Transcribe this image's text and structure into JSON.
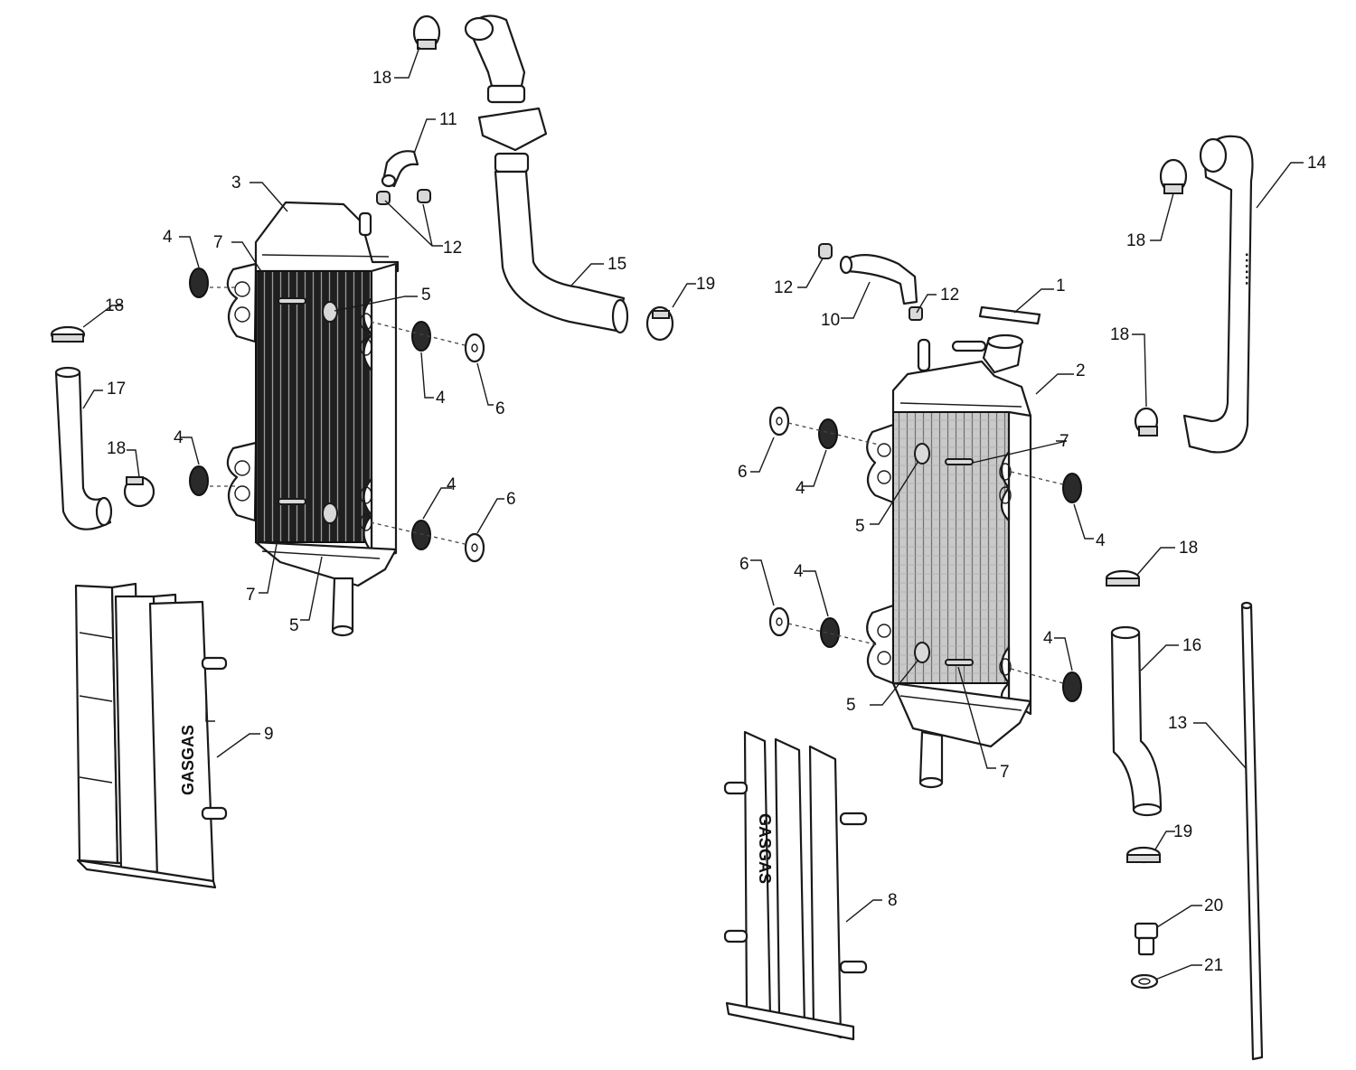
{
  "callouts": {
    "c1": "1",
    "c2": "2",
    "c3": "3",
    "c4": "4",
    "c5": "5",
    "c6": "6",
    "c7": "7",
    "c8": "8",
    "c9": "9",
    "c10": "10",
    "c11": "11",
    "c12": "12",
    "c13": "13",
    "c14": "14",
    "c15": "15",
    "c16": "16",
    "c17": "17",
    "c18": "18",
    "c19": "19",
    "c20": "20",
    "c21": "21"
  },
  "labels": {
    "guard_brand_left": "GASGAS",
    "guard_brand_right": "GASGAS"
  },
  "colors": {
    "line": "#1a1a1a",
    "core_left": "#1e1e1e",
    "core_right": "#bdbdbd"
  }
}
